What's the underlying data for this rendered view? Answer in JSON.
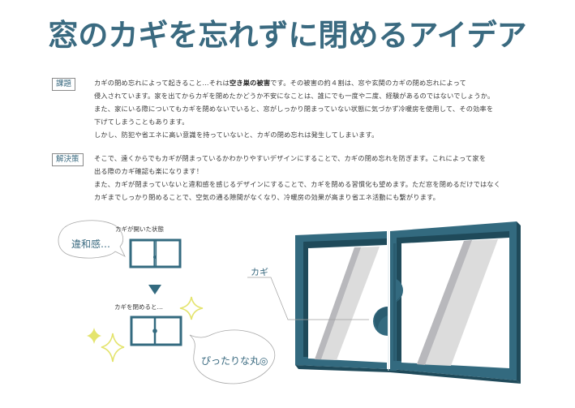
{
  "title": "窓のカギを忘れずに閉めるアイデア",
  "sections": {
    "problem": {
      "tag": "課題",
      "lines": [
        {
          "pre": "カギの閉め忘れによって起きること…それは",
          "bold": "空き巣の被害",
          "post": "です。その被害の約４割は、窓や玄関のカギの閉め忘れによって"
        },
        {
          "text": "侵入されています。家を出てからカギを閉めたかどうか不安になことは、誰にでも一度や二度、経験があるのではないでしょうか。"
        },
        {
          "text": "また、家にいる際についてもカギを閉めないでいると、窓がしっかり閉まっていない状態に気づかず冷暖房を使用して、その効率を"
        },
        {
          "text": "下げてしまうこともあります。"
        },
        {
          "text": "しかし、防犯や省エネに高い意識を持っていないと、カギの閉め忘れは発生してしまいます。"
        }
      ]
    },
    "solution": {
      "tag": "解決策",
      "lines": [
        {
          "text": "そこで、遠くからでもカギが閉まっているかわかりやすいデザインにすることで、カギの閉め忘れを防ぎます。これによって家を"
        },
        {
          "text": "出る際のカギ確認も楽になります！"
        },
        {
          "text": "また、カギが閉まっていないと違和感を感じるデザインにすることで、カギを閉める習慣化も望めます。ただ窓を閉めるだけではなく"
        },
        {
          "text": "カギまでしっかり閉めることで、空気の通る隙間がなくなり、冷暖房の効果が高まり省エネ活動にも繋がります。"
        }
      ]
    }
  },
  "illustration": {
    "open_state_label": "カギが開いた状態",
    "open_bubble": "違和感…",
    "closed_state_label": "カギを閉めると…",
    "closed_bubble": "ぴったりな丸◎",
    "key_label": "カギ"
  },
  "colors": {
    "accent": "#3a6a80",
    "frame": "#336a7f",
    "frame_dark": "#1f4a5a",
    "glass_stripe_light": "#dcdcdc",
    "glass_stripe_dark": "#b8b8bc",
    "sparkle": "#e8e87a"
  }
}
